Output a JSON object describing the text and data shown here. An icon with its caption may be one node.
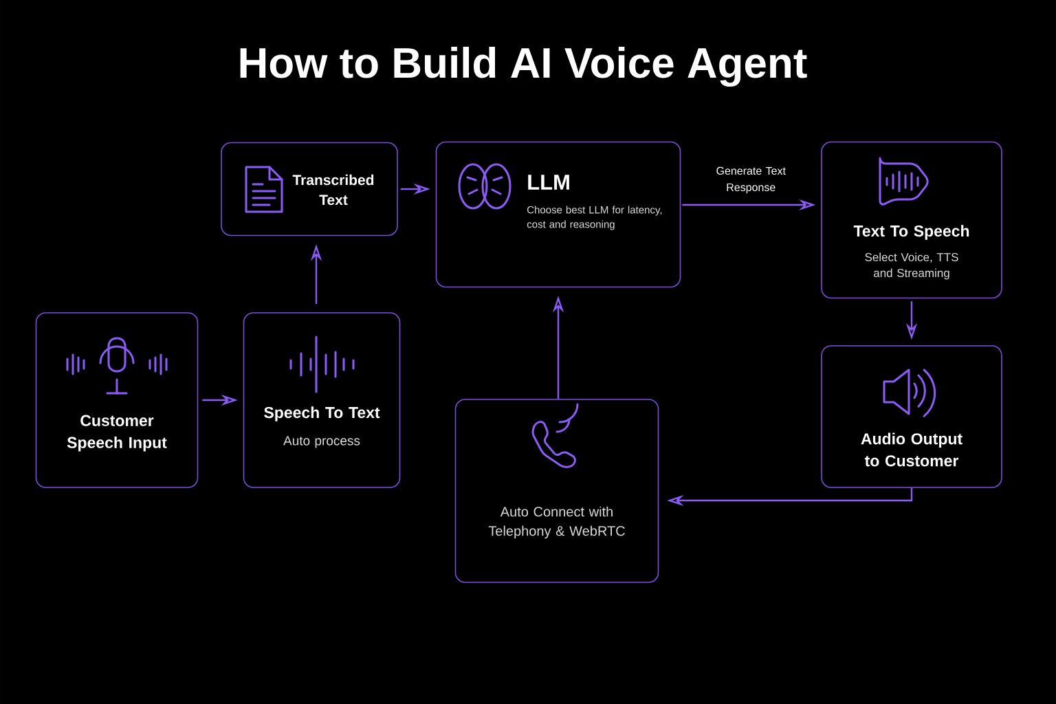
{
  "diagram": {
    "title": "How to Build AI Voice Agent",
    "nodes": [
      {
        "text": [
          "Customer Speech Input"
        ]
      },
      {
        "text": [
          "Speech To Text",
          "Auto process"
        ]
      },
      {
        "text": [
          "Transcribed Text"
        ]
      },
      {
        "text": [
          "LLM",
          "Choose best LLM for latency, cost and reasoning"
        ]
      },
      {
        "text": [
          "Text To Speech",
          "Select Voice, TTS and Streaming"
        ]
      },
      {
        "text": [
          "Audio Output to Customer"
        ]
      },
      {
        "text": [
          "Auto Connect with Telephony & WebRTC"
        ]
      }
    ],
    "edges": [
      {
        "from": 0,
        "to": 1,
        "arrow": "to"
      },
      {
        "from": 1,
        "to": 2,
        "arrow": "to"
      },
      {
        "from": 2,
        "to": 3,
        "arrow": "to"
      },
      {
        "from": 3,
        "to": 4,
        "arrow": "to",
        "label": "Generate Text Response"
      },
      {
        "from": 4,
        "to": 5,
        "arrow": "to"
      },
      {
        "from": 5,
        "to": 6,
        "arrow": "to"
      },
      {
        "from": 6,
        "to": 3,
        "arrow": "to"
      }
    ]
  }
}
